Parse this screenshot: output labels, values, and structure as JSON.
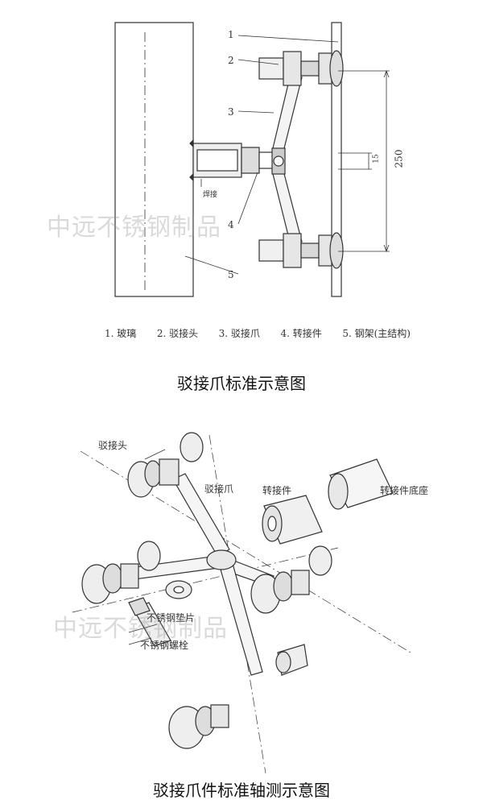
{
  "top_diagram": {
    "part_numbers": [
      "1",
      "2",
      "3",
      "4",
      "5"
    ],
    "dimension_main": "250",
    "dimension_small": "15",
    "annotation_weld": "焊接",
    "legend": [
      "1. 玻璃",
      "2. 驳接头",
      "3. 驳接爪",
      "4. 转接件",
      "5. 钢架(主结构)"
    ],
    "caption": "驳接爪标准示意图"
  },
  "bottom_diagram": {
    "labels": {
      "head": "驳接头",
      "claw": "驳接爪",
      "adapter": "转接件",
      "adapter_base": "转接件底座",
      "washer": "不锈钢垫片",
      "bolt": "不锈钢螺栓"
    },
    "caption": "驳接爪件标准轴测示意图"
  },
  "watermark": "中远不锈钢制品"
}
